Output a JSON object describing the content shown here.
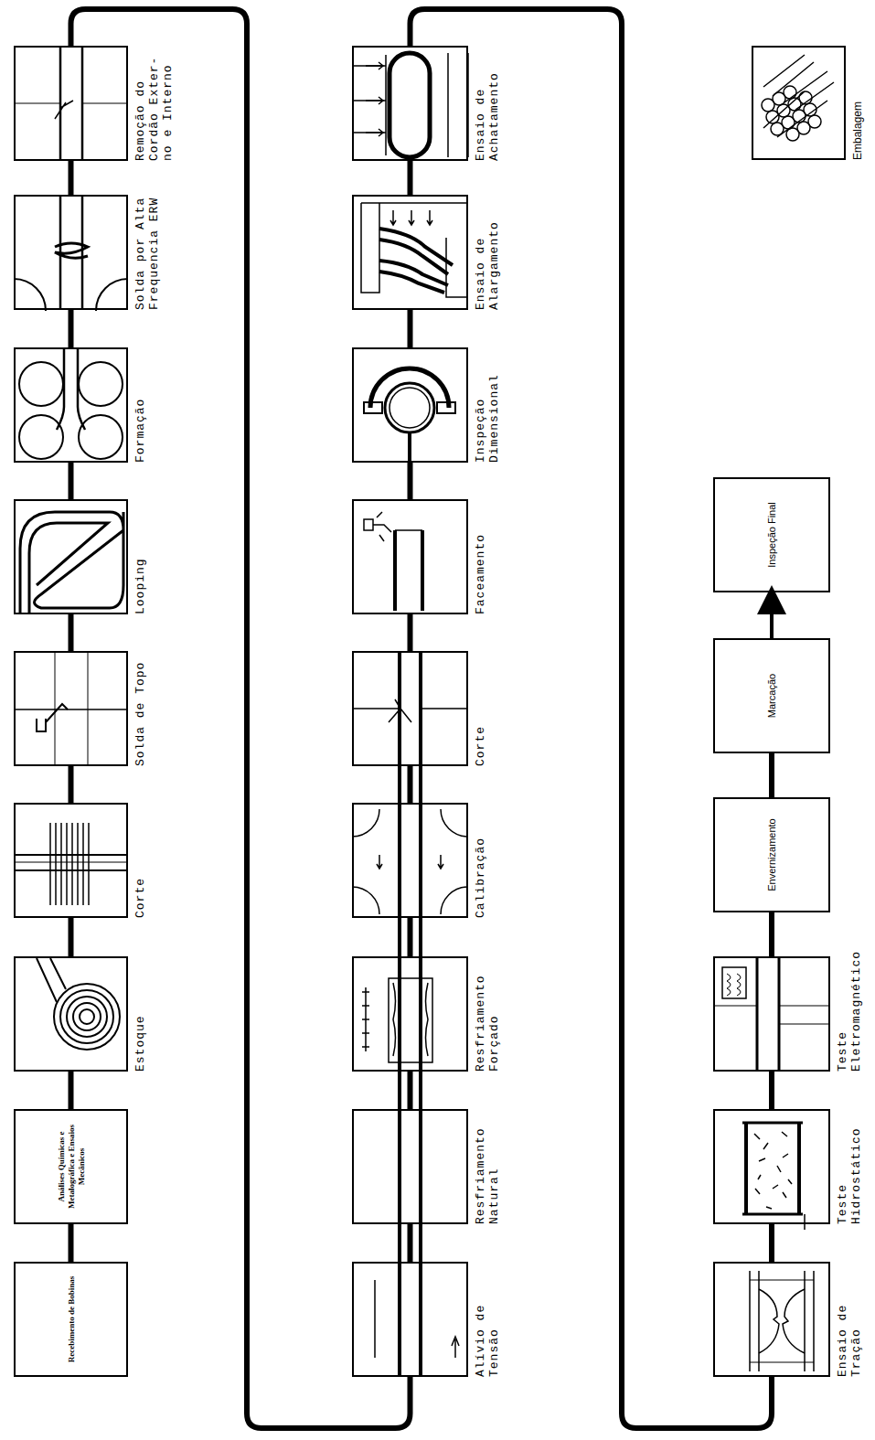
{
  "diagram": {
    "nodes": [
      {
        "text": [
          "Recebimento de Bobinas"
        ]
      },
      {
        "text": [
          "Análises Químicas e Metalográfica e Ensaios Mecânicos"
        ]
      },
      {
        "text": [
          "Estoque"
        ]
      },
      {
        "text": [
          "Corte"
        ]
      },
      {
        "text": [
          "Solda de Topo"
        ]
      },
      {
        "text": [
          "Looping"
        ]
      },
      {
        "text": [
          "Formação"
        ]
      },
      {
        "text": [
          "Solda por Alta Frequencia ERW"
        ]
      },
      {
        "text": [
          "Remoção do Cordão Exter- no e Interno"
        ]
      },
      {
        "text": [
          "Alívio de Tensão"
        ]
      },
      {
        "text": [
          "Resfriamento Natural"
        ]
      },
      {
        "text": [
          "Resfriamento Forçado"
        ]
      },
      {
        "text": [
          "Calibração"
        ]
      },
      {
        "text": [
          "Corte"
        ]
      },
      {
        "text": [
          "Faceamento"
        ]
      },
      {
        "text": [
          "Inspeção Dimensional"
        ]
      },
      {
        "text": [
          "Ensaio de Alargamento"
        ]
      },
      {
        "text": [
          "Ensaio de Achatamento"
        ]
      },
      {
        "text": [
          "Ensaio de Tração"
        ]
      },
      {
        "text": [
          "Teste Hidrostático"
        ]
      },
      {
        "text": [
          "Teste Eletromagnético"
        ]
      },
      {
        "text": [
          "Envernizamento"
        ]
      },
      {
        "text": [
          "Marcação"
        ]
      },
      {
        "text": [
          "Inspeção Final"
        ]
      },
      {
        "text": [
          "Embalagem"
        ]
      }
    ],
    "edges": [
      {
        "from": 0,
        "to": 1,
        "arrow": "none"
      },
      {
        "from": 1,
        "to": 2,
        "arrow": "none"
      },
      {
        "from": 2,
        "to": 3,
        "arrow": "none"
      },
      {
        "from": 3,
        "to": 4,
        "arrow": "none"
      },
      {
        "from": 4,
        "to": 5,
        "arrow": "none"
      },
      {
        "from": 5,
        "to": 6,
        "arrow": "none"
      },
      {
        "from": 6,
        "to": 7,
        "arrow": "none"
      },
      {
        "from": 7,
        "to": 8,
        "arrow": "none"
      },
      {
        "from": 8,
        "to": 9,
        "arrow": "none"
      },
      {
        "from": 9,
        "to": 10,
        "arrow": "none"
      },
      {
        "from": 10,
        "to": 11,
        "arrow": "none"
      },
      {
        "from": 11,
        "to": 12,
        "arrow": "none"
      },
      {
        "from": 12,
        "to": 13,
        "arrow": "none"
      },
      {
        "from": 13,
        "to": 14,
        "arrow": "none"
      },
      {
        "from": 14,
        "to": 15,
        "arrow": "none"
      },
      {
        "from": 15,
        "to": 16,
        "arrow": "none"
      },
      {
        "from": 16,
        "to": 17,
        "arrow": "none"
      },
      {
        "from": 17,
        "to": 18,
        "arrow": "none"
      },
      {
        "from": 18,
        "to": 19,
        "arrow": "none"
      },
      {
        "from": 19,
        "to": 20,
        "arrow": "none"
      },
      {
        "from": 20,
        "to": 21,
        "arrow": "none"
      },
      {
        "from": 21,
        "to": 22,
        "arrow": "none"
      },
      {
        "from": 22,
        "to": 23,
        "arrow": "to"
      }
    ]
  }
}
